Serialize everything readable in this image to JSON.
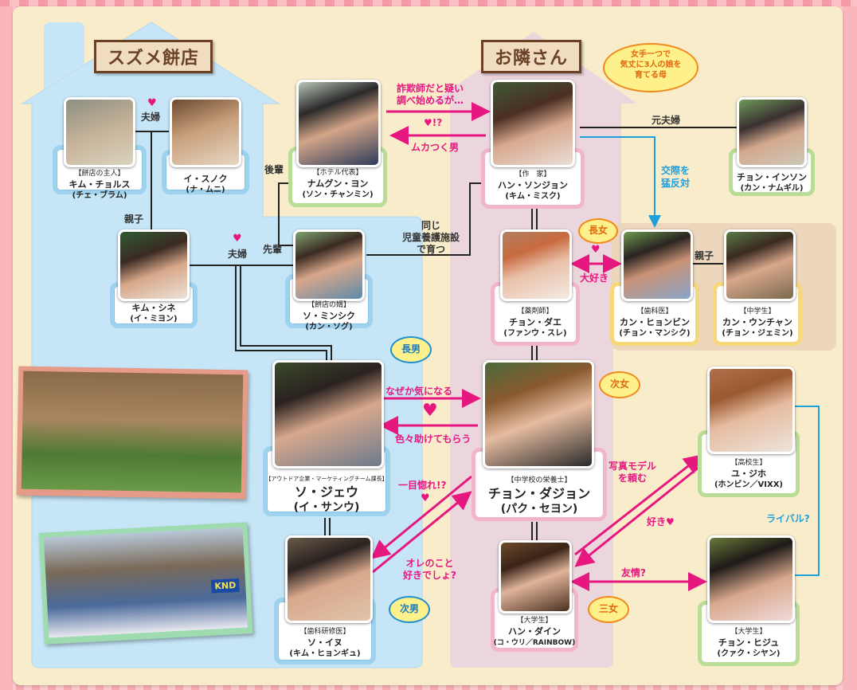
{
  "houses": {
    "left": {
      "title": "スズメ餅店"
    },
    "right": {
      "title": "お隣さん"
    }
  },
  "people": {
    "kim_cheolsu": {
      "role": "【餅店の主人】",
      "name": "キム・チョルス",
      "actor": "(チェ・ブラム)"
    },
    "lee_sunok": {
      "role": "",
      "name": "イ・スノク",
      "actor": "(ナ・ムニ)"
    },
    "namgung": {
      "role": "【ホテル代表】",
      "name": "ナムグン・ヨン",
      "actor": "(ソン・チャンミン)"
    },
    "han_sonjeong": {
      "role": "【作　家】",
      "name": "ハン・ソンジョン",
      "actor": "(キム・ミスク)"
    },
    "jeong_inseon": {
      "role": "",
      "name": "チョン・インソン",
      "actor": "(カン・ナムギル)"
    },
    "kim_shine": {
      "role": "",
      "name": "キム・シネ",
      "actor": "(イ・ミヨン)"
    },
    "so_minsik": {
      "role": "【餅店の婿】",
      "name": "ソ・ミンシク",
      "actor": "(カン・ソグ)"
    },
    "jeong_dae": {
      "role": "【薬剤師】",
      "name": "チョン・ダエ",
      "actor": "(ファンウ・スレ)"
    },
    "kang_hyeonbin": {
      "role": "【歯科医】",
      "name": "カン・ヒョンビン",
      "actor": "(チョン・マンシク)"
    },
    "kang_unchan": {
      "role": "【中学生】",
      "name": "カン・ウンチャン",
      "actor": "(チョン・ジェミン)"
    },
    "so_jeu": {
      "role": "【アウトドア企業・マーケティングチーム課長】",
      "name": "ソ・ジェウ",
      "actor": "(イ・サンウ)"
    },
    "jeong_dajeong": {
      "role": "【中学校の栄養士】",
      "name": "チョン・ダジョン",
      "actor": "(パク・セヨン)"
    },
    "yu_jiho": {
      "role": "【高校生】",
      "name": "ユ・ジホ",
      "actor": "(ホンビン／VIXX)"
    },
    "so_inu": {
      "role": "【歯科研修医】",
      "name": "ソ・イヌ",
      "actor": "(キム・ヒョンギュ)"
    },
    "han_dain": {
      "role": "【大学生】",
      "name": "ハン・ダイン",
      "actor": "(コ・ウリ／RAINBOW)"
    },
    "jeong_hiju": {
      "role": "【大学生】",
      "name": "チョン・ヒジュ",
      "actor": "(クァク・シヤン)"
    }
  },
  "relations": {
    "couple_top": "夫婦",
    "parent_child_left": "親子",
    "couple_mid": "夫婦",
    "junior": "後輩",
    "senior": "先輩",
    "same_orphanage": [
      "同じ",
      "児童養護施設",
      "で育つ"
    ],
    "suspect": [
      "詐欺師だと疑い",
      "調べ始めるが…"
    ],
    "heart_q": "!?",
    "annoying": "ムカつく男",
    "ex_couple": "元夫婦",
    "oppose": [
      "交際を",
      "猛反対"
    ],
    "love": "大好き",
    "parent_child_right": "親子",
    "curious": "なぜか気になる",
    "helped": "色々助けてもらう",
    "first_sight": "一目惚れ!?",
    "you_like_me": [
      "オレのこと",
      "好きでしょ?"
    ],
    "photo_model": [
      "写真モデル",
      "を頼む"
    ],
    "likes": "好き",
    "friendship": "友情?",
    "rival": "ライバル?"
  },
  "bubbles": {
    "mother": [
      "女手一つで",
      "気丈に3人の娘を",
      "育てる母"
    ],
    "eldest_daughter": "長女",
    "second_daughter": "次女",
    "third_daughter": "三女",
    "eldest_son": "長男",
    "second_son": "次男"
  },
  "snapshots": {
    "sign_text": "KND"
  },
  "colors": {
    "pink_arrow": "#e6177f",
    "blue_line": "#1f9fdc",
    "blue_house": "#c6e6f8",
    "pink_house": "#ecd6de",
    "sign_brown": "#6a4125"
  }
}
